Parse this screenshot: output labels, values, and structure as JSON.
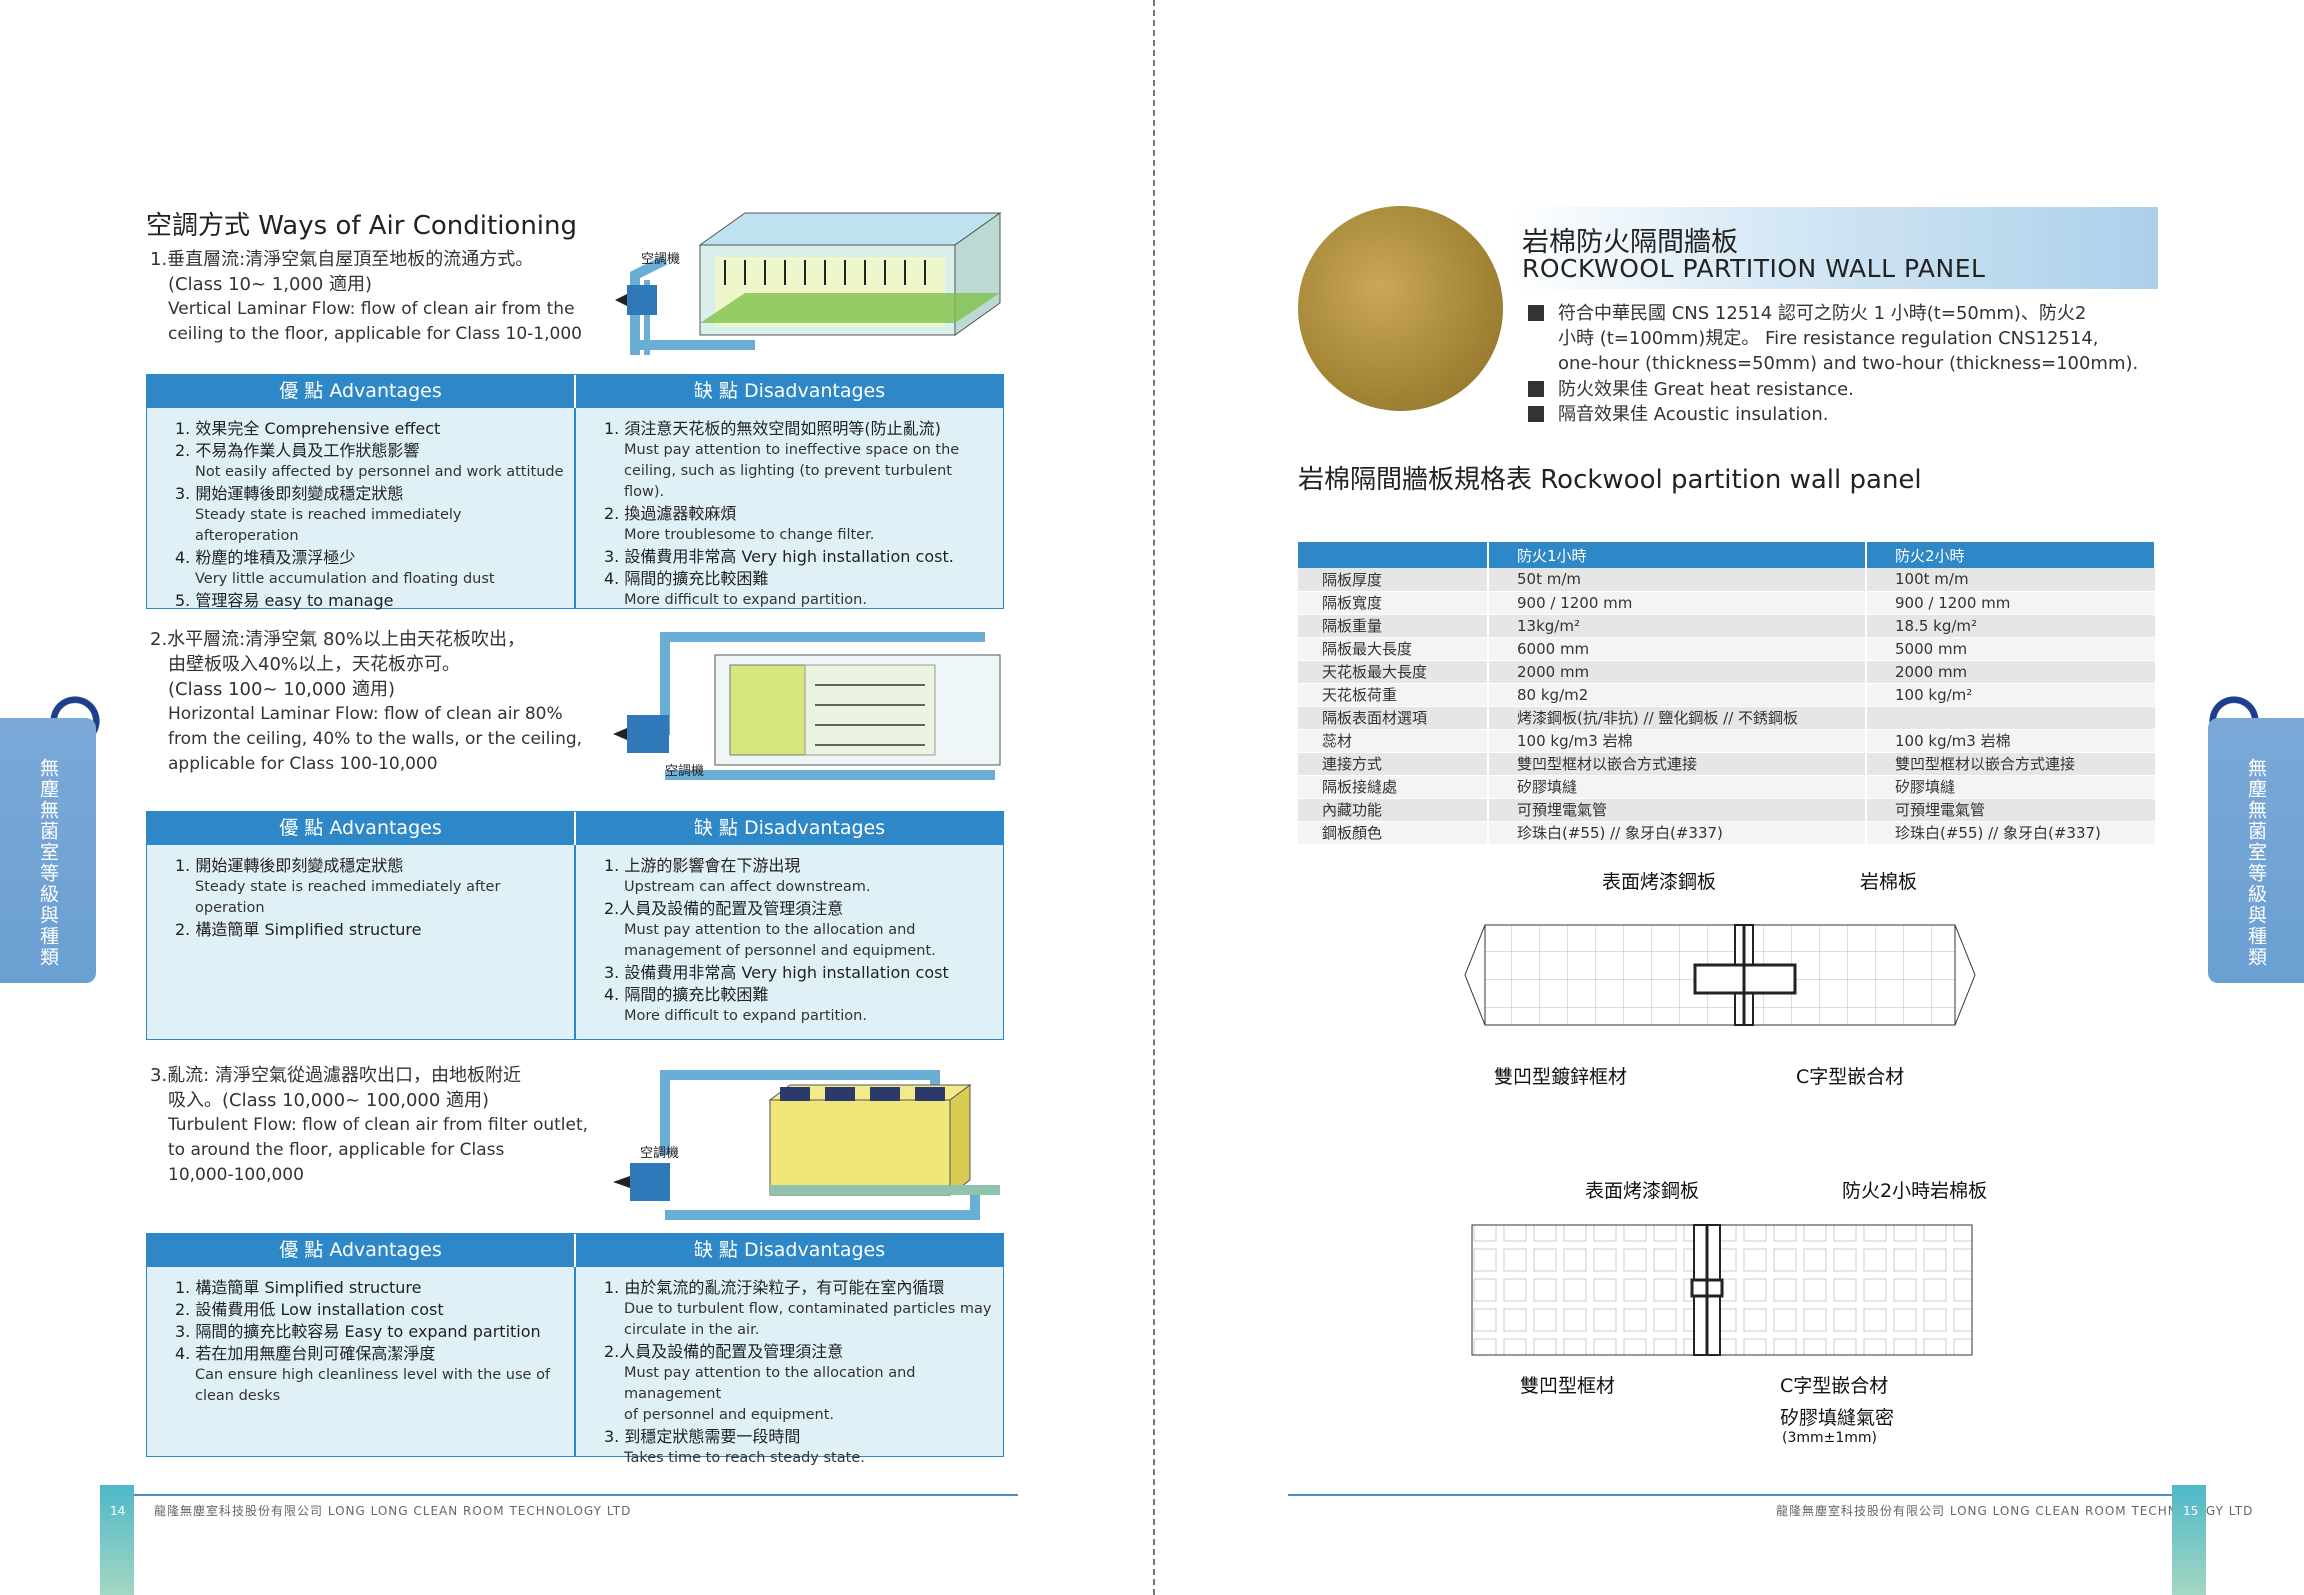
{
  "left": {
    "title": "空調方式 Ways of Air Conditioning",
    "s1": {
      "l1": "1.垂直層流:清淨空氣自屋頂至地板的流通方式。",
      "l2": "(Class 10~ 1,000 適用)",
      "l3": "Vertical Laminar Flow: flow of clean air from the",
      "l4": "ceiling to the floor, applicable for Class 10-1,000",
      "unit_label": "空調機"
    },
    "s2": {
      "l1": "2.水平層流:清淨空氣 80%以上由天花板吹出，",
      "l2": "由壁板吸入40%以上，天花板亦可。",
      "l3": "(Class 100~ 10,000 適用)",
      "l4": "Horizontal Laminar Flow: flow of clean air 80%",
      "l5": "from the ceiling, 40% to the walls, or the ceiling,",
      "l6": "applicable for Class 100-10,000",
      "unit_label": "空調機"
    },
    "s3": {
      "l1": "3.亂流: 清淨空氣從過濾器吹出口，由地板附近",
      "l2": "吸入。(Class 10,000~ 100,000 適用)",
      "l3": "Turbulent Flow: flow of clean air from filter outlet,",
      "l4": "to around the floor, applicable for Class",
      "l5": "10,000-100,000",
      "unit_label": "空調機"
    },
    "adv_label": "優  點  Advantages",
    "dis_label": "缺  點  Disadvantages",
    "t1": {
      "adv": [
        {
          "cn": "1. 效果完全 Comprehensive effect",
          "en": ""
        },
        {
          "cn": "2. 不易為作業人員及工作狀態影響",
          "en": "Not easily affected by personnel and work attitude"
        },
        {
          "cn": "3. 開始運轉後即刻變成穩定狀態",
          "en": "Steady state is reached immediately afteroperation"
        },
        {
          "cn": "4. 粉塵的堆積及漂浮極少",
          "en": "Very little accumulation and floating dust"
        },
        {
          "cn": "5. 管理容易 easy to manage",
          "en": ""
        }
      ],
      "dis": [
        {
          "cn": "1. 須注意天花板的無效空間如照明等(防止亂流)",
          "en": "Must pay attention to ineffective space on the",
          "en2": "ceiling, such as lighting (to prevent turbulent flow)."
        },
        {
          "cn": "2. 換過濾器較麻煩",
          "en": "More troublesome to change filter.",
          "en2": ""
        },
        {
          "cn": "3. 設備費用非常高 Very high installation cost.",
          "en": "",
          "en2": ""
        },
        {
          "cn": "4. 隔間的擴充比較困難",
          "en": "More difficult to expand partition.",
          "en2": ""
        }
      ]
    },
    "t2": {
      "adv": [
        {
          "cn": "1. 開始運轉後即刻變成穩定狀態",
          "en": "Steady state is reached immediately after operation"
        },
        {
          "cn": "2. 構造簡單 Simplified structure",
          "en": ""
        }
      ],
      "dis": [
        {
          "cn": "1. 上游的影響會在下游出現",
          "en": "Upstream can affect downstream.",
          "en2": ""
        },
        {
          "cn": "2.人員及設備的配置及管理須注意",
          "en": "Must pay attention to the allocation and",
          "en2": "management of personnel and equipment."
        },
        {
          "cn": "3. 設備費用非常高 Very high installation cost",
          "en": "",
          "en2": ""
        },
        {
          "cn": "4. 隔間的擴充比較困難",
          "en": "More difficult to expand partition.",
          "en2": ""
        }
      ]
    },
    "t3": {
      "adv": [
        {
          "cn": "1. 構造簡單 Simplified structure",
          "en": "",
          "en2": ""
        },
        {
          "cn": "2. 設備費用低 Low installation cost",
          "en": "",
          "en2": ""
        },
        {
          "cn": "3. 隔間的擴充比較容易 Easy to expand partition",
          "en": "",
          "en2": ""
        },
        {
          "cn": "4. 若在加用無塵台則可確保高潔淨度",
          "en": "Can ensure high cleanliness level with the use of",
          "en2": "clean desks"
        }
      ],
      "dis": [
        {
          "cn": "1. 由於氣流的亂流汙染粒子，有可能在室內循環",
          "en": "Due to turbulent flow, contaminated particles may",
          "en2": "circulate in the air."
        },
        {
          "cn": "2.人員及設備的配置及管理須注意",
          "en": "Must pay attention to the allocation and management",
          "en2": "of personnel and equipment."
        },
        {
          "cn": "3. 到穩定狀態需要一段時間",
          "en": "Takes time to reach steady state.",
          "en2": ""
        }
      ]
    },
    "side_tab": "無塵無菌室等級與種類",
    "page_num": "14",
    "footer": "龍隆無塵室科技股份有限公司  LONG LONG CLEAN ROOM TECHNOLOGY LTD"
  },
  "right": {
    "title_cn": "岩棉防火隔間牆板",
    "title_en": "ROCKWOOL PARTITION WALL PANEL",
    "b1a": "符合中華民國 CNS 12514 認可之防火 1 小時(t=50mm)、防火2",
    "b1b": "小時 (t=100mm)規定。 Fire resistance regulation CNS12514,",
    "b1c": "one-hour (thickness=50mm) and two-hour (thickness=100mm).",
    "b2": "防火效果佳 Great heat resistance.",
    "b3": "隔音效果佳 Acoustic insulation.",
    "spec_title": "岩棉隔間牆板規格表 Rockwool partition wall panel",
    "spec": {
      "headers": [
        "",
        "防火1小時",
        "防火2小時"
      ],
      "rows": [
        [
          "隔板厚度",
          "50t m/m",
          "100t m/m"
        ],
        [
          "隔板寬度",
          "900 / 1200 mm",
          "900 / 1200 mm"
        ],
        [
          "隔板重量",
          "13kg/m²",
          "18.5 kg/m²"
        ],
        [
          "隔板最大長度",
          "6000 mm",
          "5000 mm"
        ],
        [
          "天花板最大長度",
          "2000 mm",
          "2000 mm"
        ],
        [
          "天花板荷重",
          "80 kg/m2",
          "100 kg/m²"
        ],
        [
          "隔板表面材選項",
          "烤漆鋼板(抗/非抗) // 鹽化鋼板 // 不銹鋼板",
          ""
        ],
        [
          "蕊材",
          "100 kg/m3 岩棉",
          "100 kg/m3 岩棉"
        ],
        [
          "連接方式",
          "雙凹型框材以嵌合方式連接",
          "雙凹型框材以嵌合方式連接"
        ],
        [
          "隔板接縫處",
          "矽膠填縫",
          "矽膠填縫"
        ],
        [
          "內藏功能",
          "可預埋電氣管",
          "可預埋電氣管"
        ],
        [
          "鋼板顏色",
          "珍珠白(#55) // 象牙白(#337)",
          "珍珠白(#55) // 象牙白(#337)"
        ]
      ]
    },
    "d1": {
      "top_left": "表面烤漆鋼板",
      "top_right": "岩棉板",
      "bot_left": "雙凹型鍍鋅框材",
      "bot_right": "C字型嵌合材"
    },
    "d2": {
      "top_left": "表面烤漆鋼板",
      "top_right": "防火2小時岩棉板",
      "bot_left": "雙凹型框材",
      "bot_right": "C字型嵌合材",
      "bot_right2": "矽膠填縫氣密",
      "bot_note": "(3mm±1mm)"
    },
    "side_tab": "無塵無菌室等級與種類",
    "page_num": "15",
    "footer": "龍隆無塵室科技股份有限公司  LONG LONG CLEAN ROOM TECHNOLOGY LTD"
  },
  "colors": {
    "accent": "#2e88c8",
    "table_bg": "#dff1f6",
    "tab": "#6b9fd2"
  }
}
